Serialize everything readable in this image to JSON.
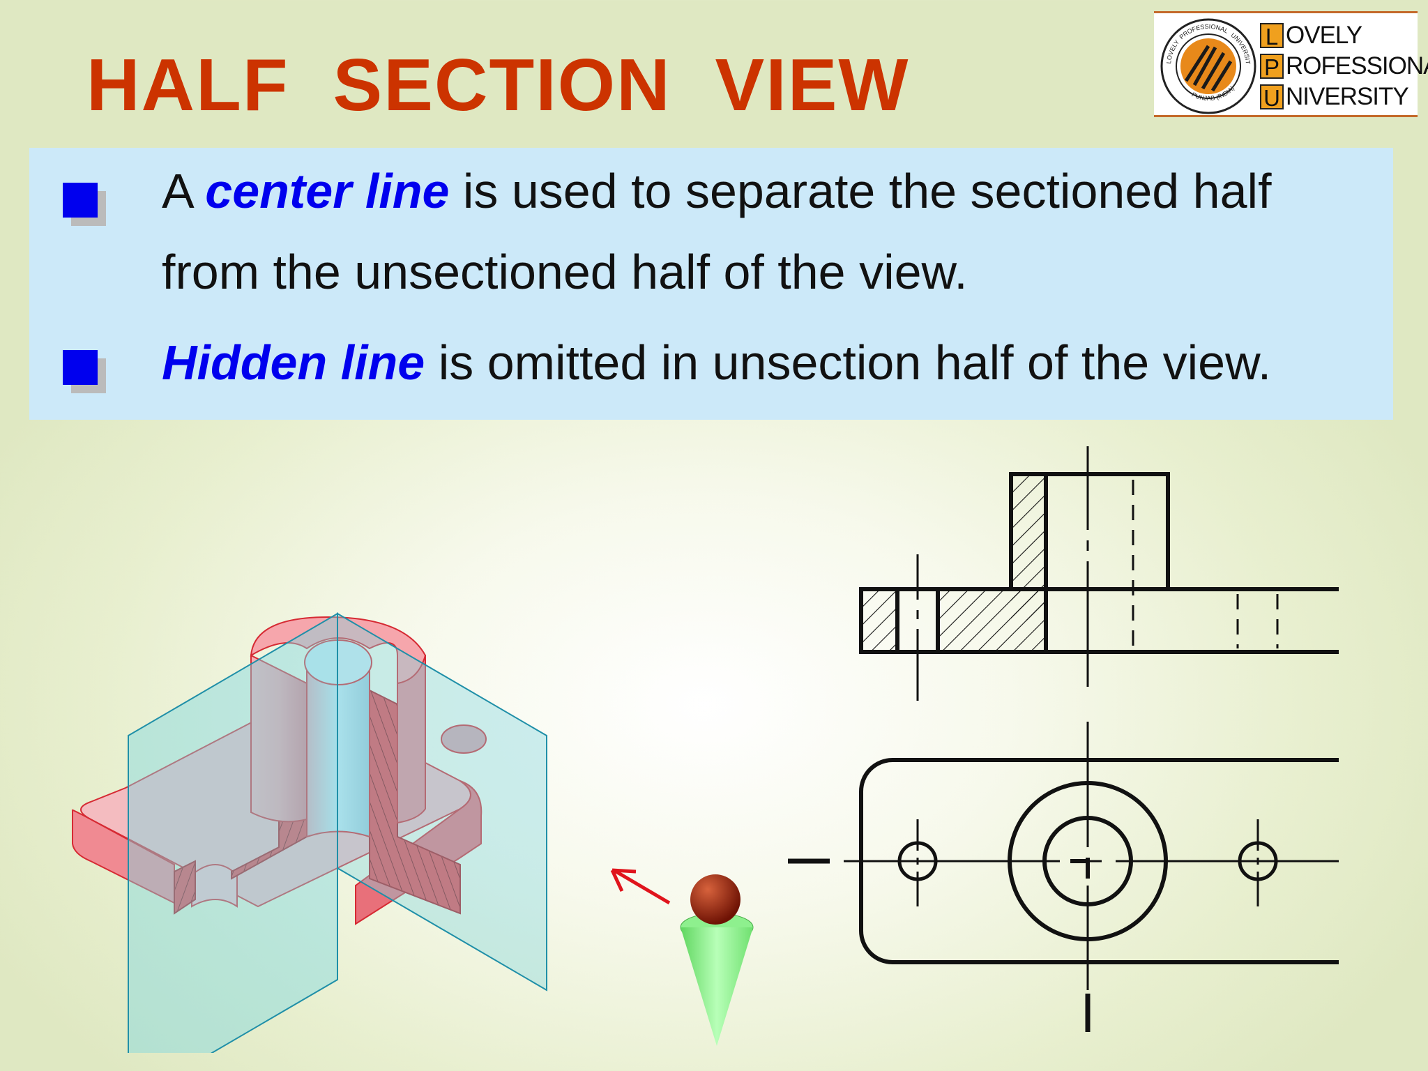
{
  "title": "HALF  SECTION  VIEW",
  "logo": {
    "seal_text": [
      "PROFESSIONAL",
      "UNIVERSITY",
      "LOVELY",
      "PUNJAB (INDIA)"
    ],
    "rows": [
      {
        "initial": "L",
        "rest": "OVELY"
      },
      {
        "initial": "P",
        "rest": "ROFESSIONAL"
      },
      {
        "initial": "U",
        "rest": "NIVERSITY"
      }
    ]
  },
  "bullets": [
    {
      "lead": "A ",
      "term": "center line",
      "text_line1": " is used to separate the sectioned half",
      "text_line2": "from the unsectioned half of the view."
    },
    {
      "term": "Hidden line",
      "text": " is omitted in unsection half of the view."
    }
  ],
  "colors": {
    "title": "#cc3300",
    "emphasis": "#0000ee",
    "textbox_bg": "#cce9f9",
    "section_red": "#e0303a",
    "cutting_plane": "#7fd6e0",
    "viewer_cone": "#8ef08e",
    "viewer_head": "#8b1a0a"
  },
  "figures": {
    "isometric": "half-section-isometric-model",
    "viewer": "viewer-eye-icon",
    "front_view": "half-section-front-view",
    "top_view": "top-view"
  }
}
